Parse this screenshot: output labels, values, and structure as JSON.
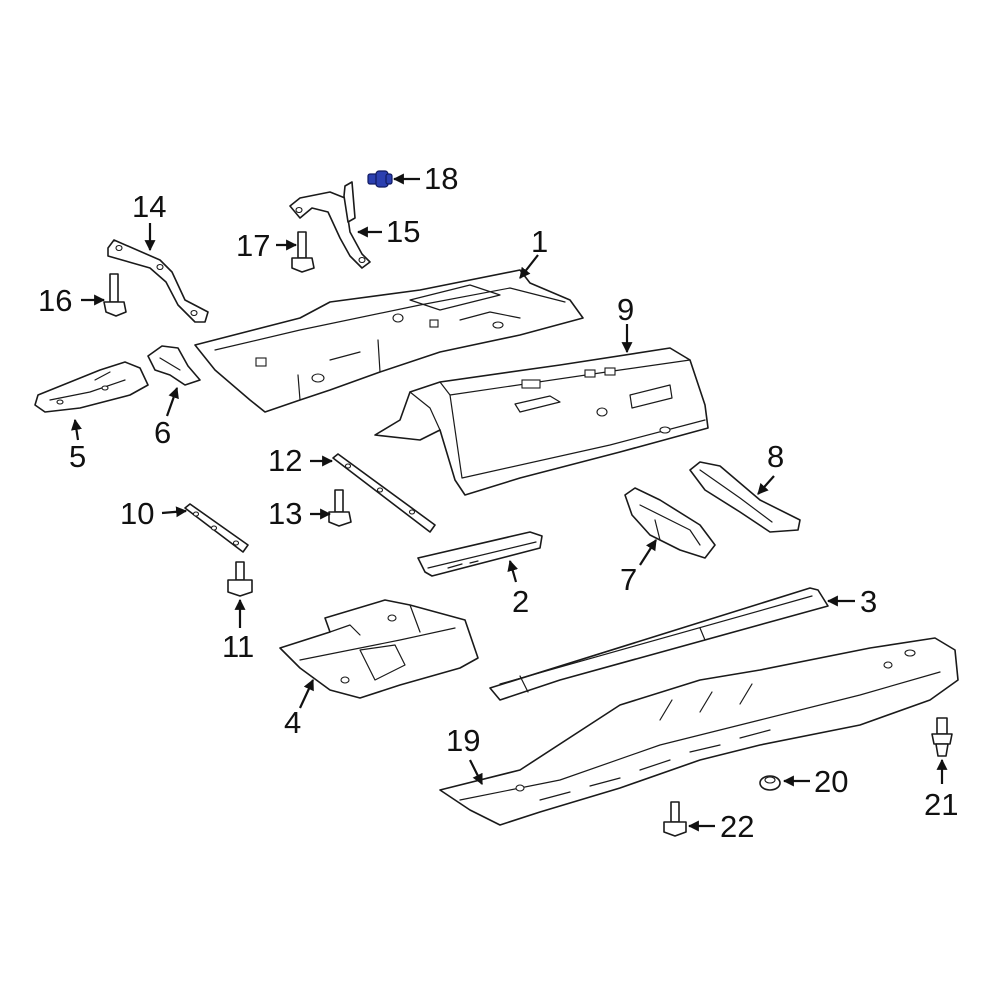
{
  "callouts": {
    "c1": "1",
    "c2": "2",
    "c3": "3",
    "c4": "4",
    "c5": "5",
    "c6": "6",
    "c7": "7",
    "c8": "8",
    "c9": "9",
    "c10": "10",
    "c11": "11",
    "c12": "12",
    "c13": "13",
    "c14": "14",
    "c15": "15",
    "c16": "16",
    "c17": "17",
    "c18": "18",
    "c19": "19",
    "c20": "20",
    "c21": "21",
    "c22": "22"
  },
  "colors": {
    "highlight": "#2b3fb0",
    "line": "#1a1a1a"
  }
}
